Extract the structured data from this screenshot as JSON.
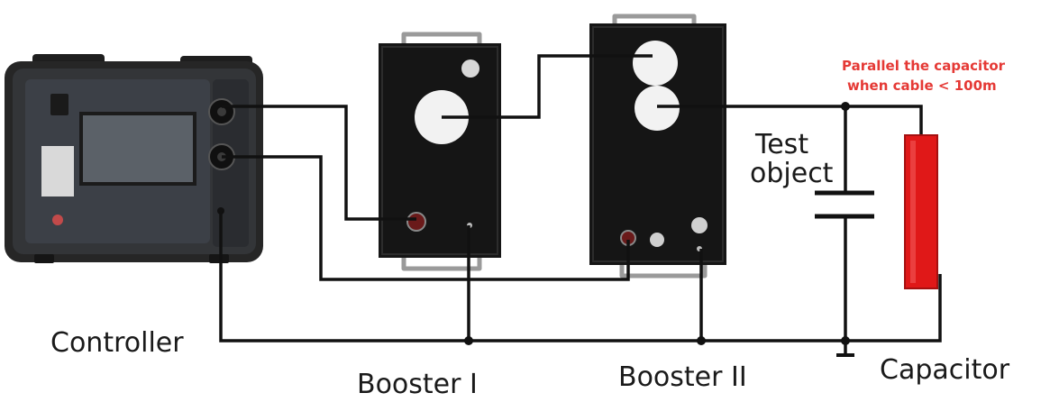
{
  "labels": {
    "controller": "Controller",
    "booster1": "Booster I",
    "booster2": "Booster II",
    "test_object_line1": "Test",
    "test_object_line2": "object",
    "capacitor": "Capacitor",
    "note_line1": "Parallel the capacitor",
    "note_line2": "when cable < 100m"
  },
  "colors": {
    "note": "#e53935",
    "capacitor_body": "#e01818",
    "controller_case": "#2e2e2e",
    "controller_panel": "#3a3e45",
    "booster_case": "#151515",
    "wire": "#111111",
    "terminal": "#f2f2f2"
  }
}
